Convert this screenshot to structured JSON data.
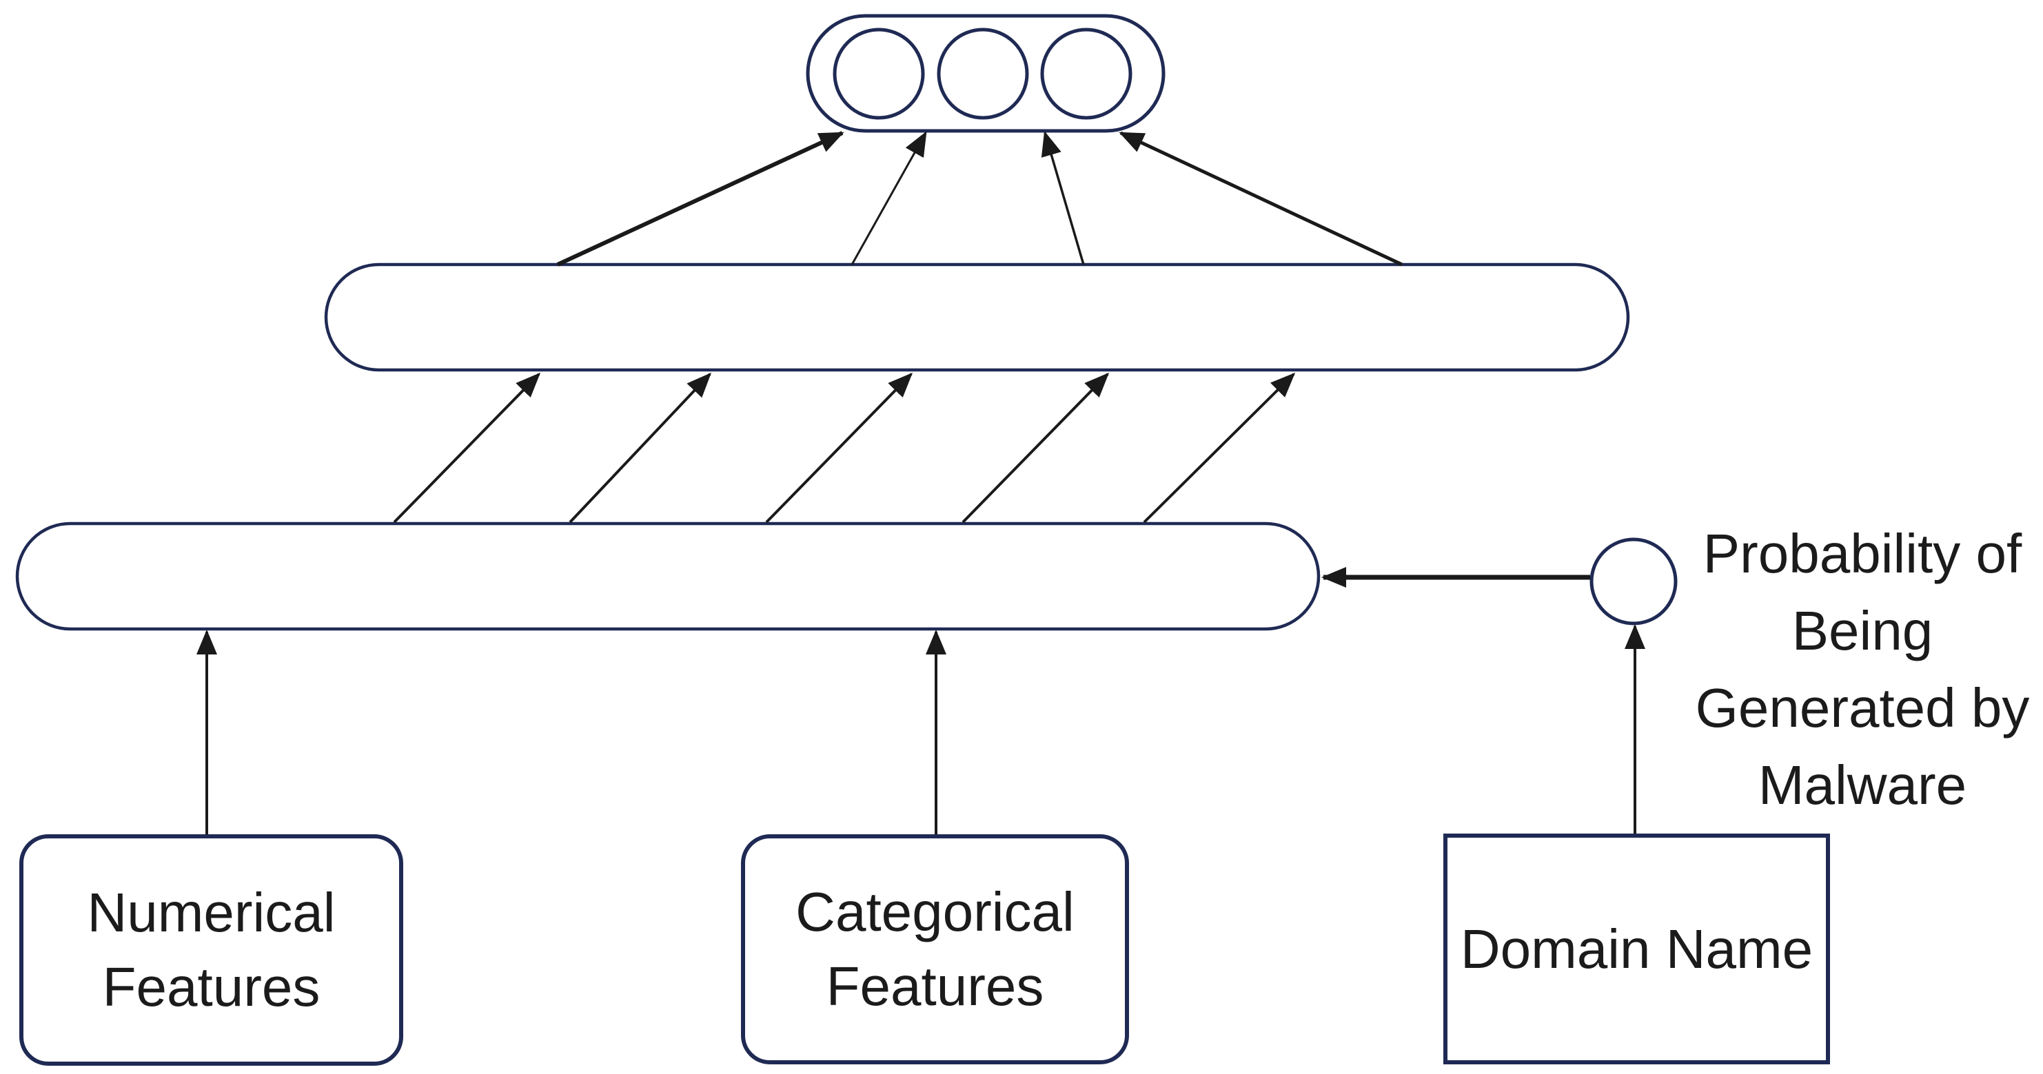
{
  "diagram": {
    "description_labels": {
      "numerical_box": "Numerical\nFeatures",
      "categorical_box": "Categorical\nFeatures",
      "domain_box": "Domain Name",
      "probability_caption": "Probability of\nBeing\nGenerated by\nMalware"
    },
    "output_layer": {
      "unit_count": "3"
    },
    "colors": {
      "shape_stroke": "#1f2a54",
      "arrow": "#1a1a1a",
      "text": "#1b1b1b",
      "background": "#ffffff"
    }
  }
}
